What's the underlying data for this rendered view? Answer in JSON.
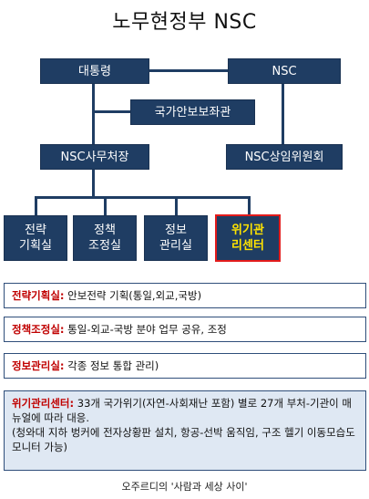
{
  "title": "노무현정부 NSC",
  "nodes": {
    "president": "대통령",
    "nsc": "NSC",
    "advisor": "국가안보보좌관",
    "secretariat": "NSC사무처장",
    "standing": "NSC상임위원회",
    "strategy": [
      "전략",
      "기획실"
    ],
    "policy": [
      "정책",
      "조정실"
    ],
    "info": [
      "정보",
      "관리실"
    ],
    "crisis": [
      "위기관",
      "리센터"
    ]
  },
  "descriptions": [
    {
      "key": "전략기획실:",
      "text": " 안보전략 기획(통일,외교,국방)"
    },
    {
      "key": "정책조정실:",
      "text": " 통일-외교-국방 분야 업무 공유, 조정"
    },
    {
      "key": "정보관리실:",
      "text": " 각종 정보 통합 관리)"
    },
    {
      "key": "위기관리센터:",
      "text": " 33개 국가위기(자연-사회재난 포함) 별로 27개 부처-기관이 매뉴얼에 따라 대응.",
      "extra": "(청와대 지하 벙커에 전자상황판 설치, 항공-선박 움직임, 구조 헬기 이동모습도 모니터 가능)"
    }
  ],
  "caption": "오주르디의 '사람과 세상 사이'",
  "colors": {
    "node_fill": "#1f3d63",
    "crisis_text": "#ffe400",
    "crisis_border": "#e31b1b",
    "label_red": "#c00000",
    "blue_box": "#dfe8f3"
  }
}
